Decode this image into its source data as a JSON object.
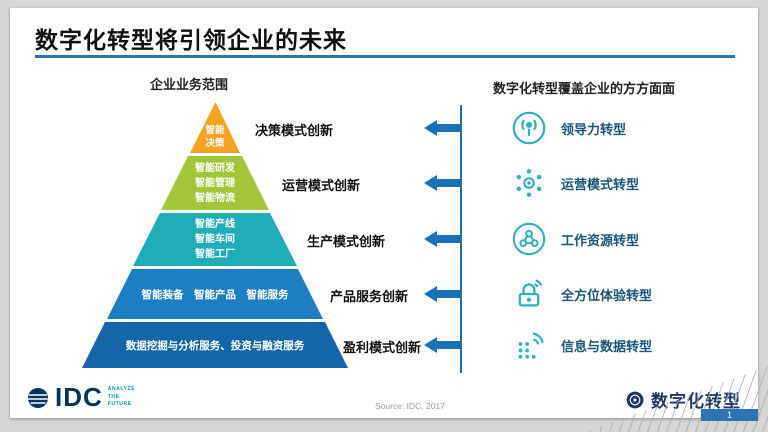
{
  "slide": {
    "title": "数字化转型将引领企业的未来",
    "colors": {
      "accent_blue": "#2E74B5",
      "arrow_blue": "#1C70B8",
      "icon_teal": "#2FAFC4",
      "icon_label_blue": "#1B5577"
    },
    "pyramid": {
      "header": "企业业务范围",
      "tiers": [
        {
          "color": "#F4A223",
          "lines": [
            "智能",
            "决策"
          ],
          "label": "决策模式创新"
        },
        {
          "color": "#A3C53C",
          "lines": [
            "智能研发",
            "智能管理",
            "智能物流"
          ],
          "label": "运营模式创新"
        },
        {
          "color": "#22ACB8",
          "lines": [
            "智能产线",
            "智能车间",
            "智能工厂"
          ],
          "label": "生产模式创新"
        },
        {
          "color": "#1E7EC3",
          "lines": [
            "智能装备　智能产品　智能服务"
          ],
          "label": "产品服务创新"
        },
        {
          "color": "#1566A9",
          "lines": [
            "数据挖掘与分析服务、投资与融资服务"
          ],
          "label": "盈利模式创新"
        }
      ]
    },
    "transformations": {
      "header": "数字化转型覆盖企业的方方面面",
      "items": [
        {
          "icon": "leadership-icon",
          "label": "领导力转型"
        },
        {
          "icon": "operations-icon",
          "label": "运营模式转型"
        },
        {
          "icon": "resources-icon",
          "label": "工作资源转型"
        },
        {
          "icon": "experience-icon",
          "label": "全方位体验转型"
        },
        {
          "icon": "data-icon",
          "label": "信息与数据转型"
        }
      ]
    },
    "footer": {
      "logo_text": "IDC",
      "logo_tagline_lines": [
        "ANALYZE",
        "THE",
        "FUTURE"
      ],
      "source": "Source:  IDC,  2017",
      "badge_text": "数字化转型",
      "page_number": "1"
    }
  }
}
